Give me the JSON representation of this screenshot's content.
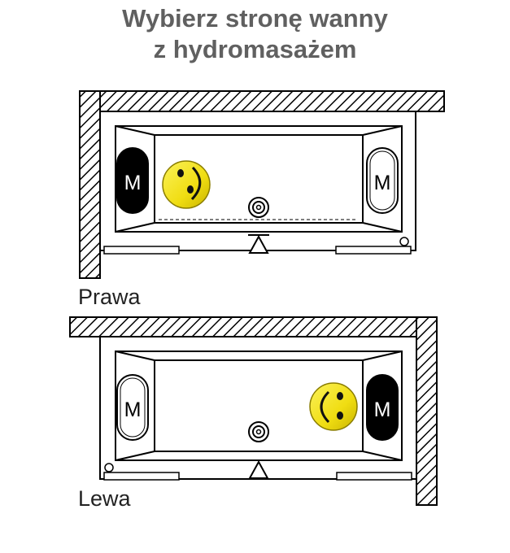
{
  "title": {
    "line1": "Wybierz stronę wanny",
    "line2": "z hydromasażem"
  },
  "variants": [
    {
      "label": "Prawa",
      "headrest_letter": "M",
      "highlighted_side": "left"
    },
    {
      "label": "Lewa",
      "headrest_letter": "M",
      "highlighted_side": "right"
    }
  ],
  "colors": {
    "title": "#606060",
    "smiley": "#f2e21a",
    "hatch": "#000000",
    "highlight": "#000000"
  }
}
